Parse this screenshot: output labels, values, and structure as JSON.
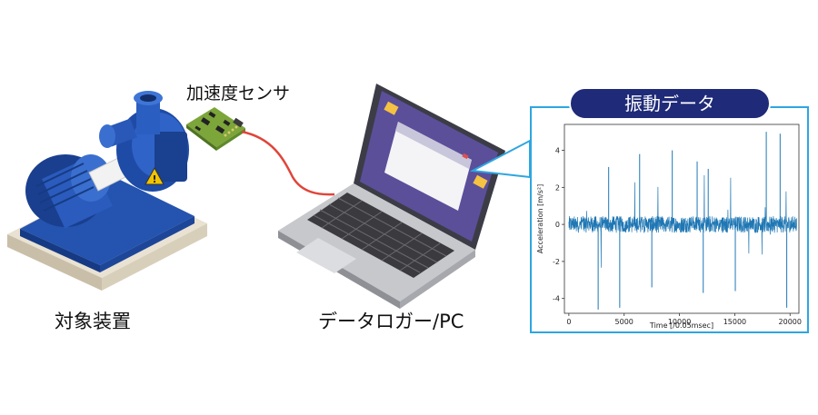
{
  "labels": {
    "sensor": "加速度センサ",
    "device": "対象装置",
    "logger": "データロガー/PC",
    "data_title": "振動データ"
  },
  "colors": {
    "accent_blue": "#2ea6e0",
    "pill_navy": "#1f2a78",
    "pump_blue": "#1d4ea6",
    "signal_blue": "#1f77b4",
    "cable_red": "#e0453a"
  },
  "chart_data": {
    "type": "line",
    "title": "",
    "xlabel": "Time [/0.05msec]",
    "ylabel": "Acceleration [m/s²]",
    "xlim": [
      -400,
      20800
    ],
    "ylim": [
      -4.8,
      5.4
    ],
    "xticks": [
      0,
      5000,
      10000,
      15000,
      20000
    ],
    "yticks": [
      -4,
      -2,
      0,
      2,
      4
    ],
    "n_points": 20600,
    "noise_band": 0.45,
    "spikes": [
      {
        "x": 2650,
        "y": -4.6
      },
      {
        "x": 3600,
        "y": 3.1
      },
      {
        "x": 4600,
        "y": -4.5
      },
      {
        "x": 6400,
        "y": 3.8
      },
      {
        "x": 7500,
        "y": -3.4
      },
      {
        "x": 9350,
        "y": 4.0
      },
      {
        "x": 11600,
        "y": 3.4
      },
      {
        "x": 12150,
        "y": -3.7
      },
      {
        "x": 12600,
        "y": 3.0
      },
      {
        "x": 15050,
        "y": -3.6
      },
      {
        "x": 17850,
        "y": 5.0
      },
      {
        "x": 19100,
        "y": 4.9
      },
      {
        "x": 19700,
        "y": -4.5
      }
    ]
  }
}
